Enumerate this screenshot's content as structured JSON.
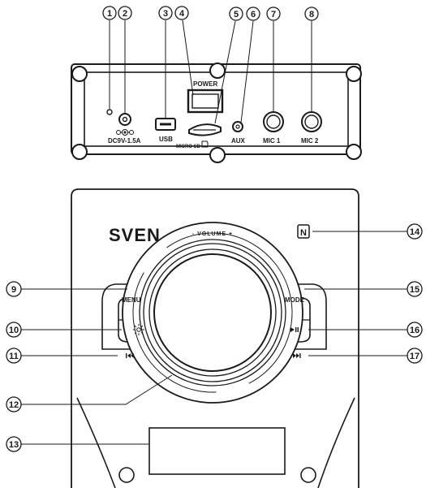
{
  "rear_panel": {
    "dc_label": "DC9V-1.5A",
    "usb_label": "USB",
    "power_label": "POWER",
    "sd_label": "MICRO SD",
    "aux_label": "AUX",
    "mic1_label": "MIC 1",
    "mic2_label": "MIC 2"
  },
  "front_panel": {
    "brand": "SVEN",
    "volume_label": "- VOLUME +",
    "menu_label": "MENU",
    "mode_label": "MODE",
    "nfc_symbol": "N"
  },
  "callouts": [
    "1",
    "2",
    "3",
    "4",
    "5",
    "6",
    "7",
    "8",
    "9",
    "10",
    "11",
    "12",
    "13",
    "14",
    "15",
    "16",
    "17"
  ],
  "icons": {
    "dc_polarity": "dc-polarity-icon",
    "light": "light-sun-icon",
    "prev": "previous-track-icon",
    "play_pause": "play-pause-icon",
    "next": "next-track-icon",
    "nfc": "nfc-icon",
    "sd": "sd-card-icon"
  },
  "colors": {
    "stroke": "#1a1a1a",
    "background": "#ffffff"
  }
}
